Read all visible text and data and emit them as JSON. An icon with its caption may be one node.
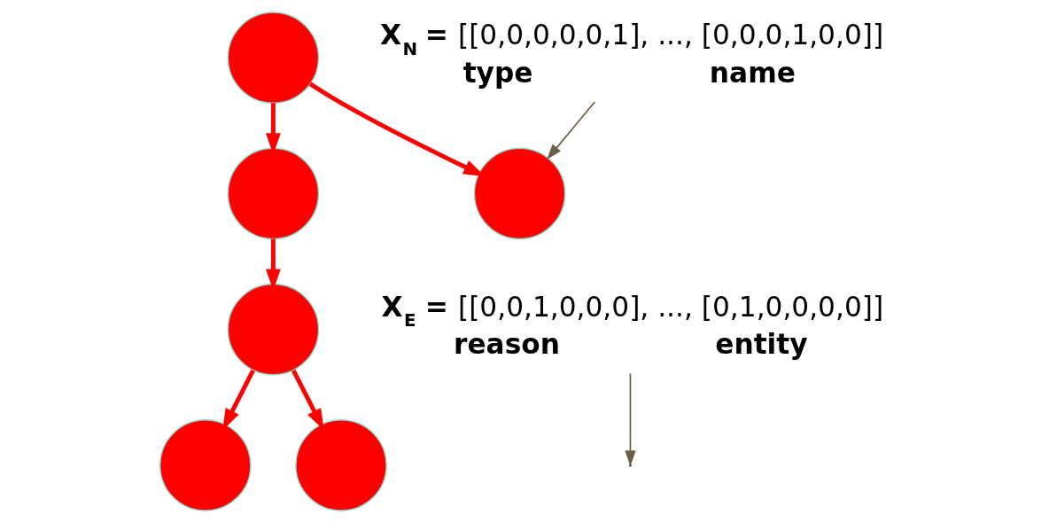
{
  "diagram": {
    "nodes": [
      {
        "text": [],
        "shape": "circle"
      },
      {
        "text": [],
        "shape": "circle"
      },
      {
        "text": [],
        "shape": "circle"
      },
      {
        "text": [],
        "shape": "circle"
      },
      {
        "text": [],
        "shape": "circle"
      },
      {
        "text": [],
        "shape": "circle"
      },
      {
        "text": [
          "**X$_{N}$ =** [[0,0,0,0,0,1], ..., [0,0,0,1,0,0]]",
          "type",
          "name"
        ]
      },
      {
        "text": [
          "**X$_{E}$ =** [[0,0,1,0,0,0], ..., [0,1,0,0,0,0]]",
          "reason",
          "entity"
        ]
      }
    ],
    "edges": [
      {
        "from": 0,
        "to": 1,
        "arrow": "to"
      },
      {
        "from": 0,
        "to": 2,
        "arrow": "to"
      },
      {
        "from": 1,
        "to": 3,
        "arrow": "to"
      },
      {
        "from": 3,
        "to": 4,
        "arrow": "to"
      },
      {
        "from": 3,
        "to": 5,
        "arrow": "to"
      },
      {
        "from": 6,
        "to": 2,
        "arrow": "to",
        "color": "#6b6047"
      },
      {
        "from": 7,
        "to": null,
        "arrow": "to",
        "color": "#6b6047"
      }
    ]
  }
}
